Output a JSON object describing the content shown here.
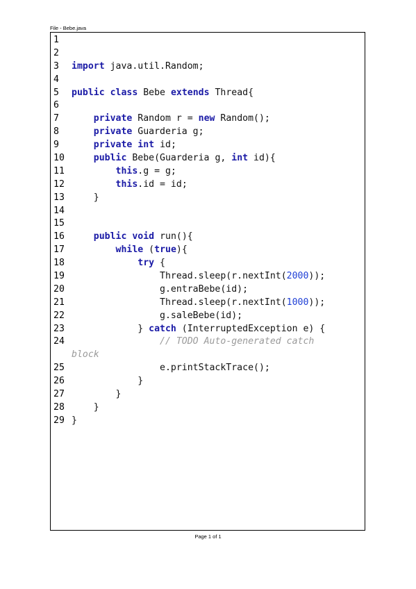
{
  "header": {
    "file_label": "File - Bebe.java"
  },
  "code": {
    "lines": [
      {
        "n": "1",
        "segs": []
      },
      {
        "n": "2",
        "segs": []
      },
      {
        "n": "3",
        "segs": [
          [
            "kw",
            "import"
          ],
          [
            "t",
            " java.util.Random;"
          ]
        ]
      },
      {
        "n": "4",
        "segs": []
      },
      {
        "n": "5",
        "segs": [
          [
            "kw",
            "public"
          ],
          [
            "t",
            " "
          ],
          [
            "kw",
            "class"
          ],
          [
            "t",
            " Bebe "
          ],
          [
            "kw",
            "extends"
          ],
          [
            "t",
            " Thread{"
          ]
        ]
      },
      {
        "n": "6",
        "segs": []
      },
      {
        "n": "7",
        "segs": [
          [
            "t",
            "    "
          ],
          [
            "kw",
            "private"
          ],
          [
            "t",
            " Random r = "
          ],
          [
            "kw",
            "new"
          ],
          [
            "t",
            " Random();"
          ]
        ]
      },
      {
        "n": "8",
        "segs": [
          [
            "t",
            "    "
          ],
          [
            "kw",
            "private"
          ],
          [
            "t",
            " Guarderia g;"
          ]
        ]
      },
      {
        "n": "9",
        "segs": [
          [
            "t",
            "    "
          ],
          [
            "kw",
            "private"
          ],
          [
            "t",
            " "
          ],
          [
            "kw",
            "int"
          ],
          [
            "t",
            " id;"
          ]
        ]
      },
      {
        "n": "10",
        "segs": [
          [
            "t",
            "    "
          ],
          [
            "kw",
            "public"
          ],
          [
            "t",
            " Bebe(Guarderia g, "
          ],
          [
            "kw",
            "int"
          ],
          [
            "t",
            " id){"
          ]
        ]
      },
      {
        "n": "11",
        "segs": [
          [
            "t",
            "        "
          ],
          [
            "kw",
            "this"
          ],
          [
            "t",
            ".g = g;"
          ]
        ]
      },
      {
        "n": "12",
        "segs": [
          [
            "t",
            "        "
          ],
          [
            "kw",
            "this"
          ],
          [
            "t",
            ".id = id;"
          ]
        ]
      },
      {
        "n": "13",
        "segs": [
          [
            "t",
            "    }"
          ]
        ]
      },
      {
        "n": "14",
        "segs": []
      },
      {
        "n": "15",
        "segs": []
      },
      {
        "n": "16",
        "segs": [
          [
            "t",
            "    "
          ],
          [
            "kw",
            "public"
          ],
          [
            "t",
            " "
          ],
          [
            "kw",
            "void"
          ],
          [
            "t",
            " run(){"
          ]
        ]
      },
      {
        "n": "17",
        "segs": [
          [
            "t",
            "        "
          ],
          [
            "kw",
            "while"
          ],
          [
            "t",
            " ("
          ],
          [
            "kw",
            "true"
          ],
          [
            "t",
            "){"
          ]
        ]
      },
      {
        "n": "18",
        "segs": [
          [
            "t",
            "            "
          ],
          [
            "kw",
            "try"
          ],
          [
            "t",
            " {"
          ]
        ]
      },
      {
        "n": "19",
        "segs": [
          [
            "t",
            "                Thread.sleep(r.nextInt("
          ],
          [
            "num",
            "2000"
          ],
          [
            "t",
            "));"
          ]
        ]
      },
      {
        "n": "20",
        "segs": [
          [
            "t",
            "                g.entraBebe(id);"
          ]
        ]
      },
      {
        "n": "21",
        "segs": [
          [
            "t",
            "                Thread.sleep(r.nextInt("
          ],
          [
            "num",
            "1000"
          ],
          [
            "t",
            "));"
          ]
        ]
      },
      {
        "n": "22",
        "segs": [
          [
            "t",
            "                g.saleBebe(id);"
          ]
        ]
      },
      {
        "n": "23",
        "segs": [
          [
            "t",
            "            } "
          ],
          [
            "kw",
            "catch"
          ],
          [
            "t",
            " (InterruptedException e) {"
          ]
        ]
      },
      {
        "n": "24",
        "segs": [
          [
            "t",
            "                "
          ],
          [
            "cm",
            "// TODO Auto-generated catch"
          ]
        ]
      },
      {
        "n": "",
        "segs": [
          [
            "cm",
            "block"
          ]
        ]
      },
      {
        "n": "25",
        "segs": [
          [
            "t",
            "                e.printStackTrace();"
          ]
        ]
      },
      {
        "n": "26",
        "segs": [
          [
            "t",
            "            }"
          ]
        ]
      },
      {
        "n": "27",
        "segs": [
          [
            "t",
            "        }"
          ]
        ]
      },
      {
        "n": "28",
        "segs": [
          [
            "t",
            "    }"
          ]
        ]
      },
      {
        "n": "29",
        "segs": [
          [
            "t",
            "}"
          ]
        ]
      }
    ]
  },
  "footer": {
    "page_label": "Page 1 of 1"
  }
}
